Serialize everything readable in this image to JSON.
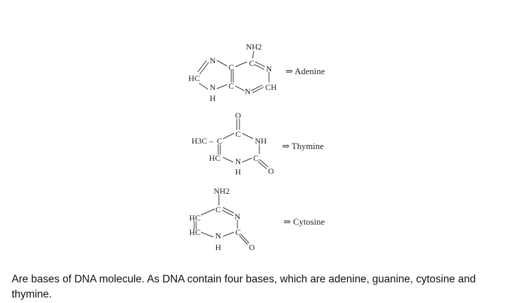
{
  "adenine": {
    "atoms": [
      "NH2",
      "C",
      "N",
      "C",
      "N",
      "HC",
      "N",
      "C",
      "N",
      "CH",
      "H"
    ],
    "label": "⇒ Adenine"
  },
  "thymine": {
    "atoms": [
      "O",
      "C",
      "H3C –",
      "C",
      "NH",
      "HC",
      "N",
      "C",
      "O",
      "H"
    ],
    "label": "⇒ Thymine"
  },
  "cytosine": {
    "atoms": [
      "NH2",
      "C",
      "HC",
      "N",
      "HC",
      "N",
      "C",
      "O",
      "H"
    ],
    "label": "⇒ Cytosine"
  },
  "caption": "Are bases of DNA molecule. As DNA contain four bases, which are adenine, guanine, cytosine and thymine."
}
